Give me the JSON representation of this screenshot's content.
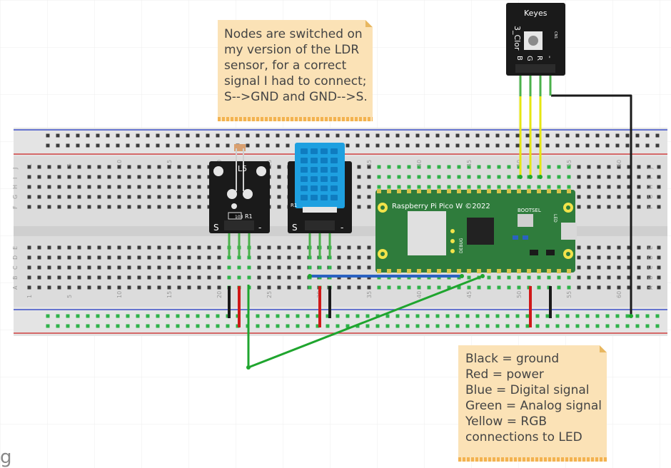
{
  "notes": {
    "top": [
      "Nodes are switched on",
      "my version of the LDR",
      "sensor, for a correct",
      "signal I had to connect;",
      "S-->GND and GND-->S."
    ],
    "legend": [
      "Black = ground",
      "Red = power",
      "Blue =  Digital signal",
      "Green = Analog signal",
      "Yellow = RGB",
      "connections to LED"
    ]
  },
  "breadboard": {
    "column_numbers": [
      "1",
      "5",
      "10",
      "15",
      "20",
      "25",
      "30",
      "35",
      "40",
      "45",
      "50",
      "55",
      "60"
    ],
    "row_letters_top": [
      "J",
      "I",
      "H",
      "G",
      "F"
    ],
    "row_letters_bottom": [
      "E",
      "D",
      "C",
      "B",
      "A"
    ]
  },
  "components": {
    "ldr": {
      "pin_s": "S",
      "pin_minus": "-",
      "marking": "L5",
      "resistor": "103",
      "label_r": "R1"
    },
    "dht": {
      "pin_s": "S",
      "pin_minus": "-",
      "label_r": "R1"
    },
    "pico": {
      "name": "Raspberry Pi Pico W ©2022",
      "bootsel": "BOOTSEL",
      "debug": "DEBUG",
      "led": "LED"
    },
    "rgb": {
      "brand": "Keyes",
      "label": "3_Clor",
      "pins": [
        "B",
        "G",
        "R",
        "-"
      ],
      "marking": "CN1"
    }
  },
  "colors": {
    "ground": "#1a1a1a",
    "power": "#d01818",
    "digital": "#2a62c0",
    "analog": "#1fa52e",
    "rgb": "#e6e612"
  },
  "logo": "g"
}
